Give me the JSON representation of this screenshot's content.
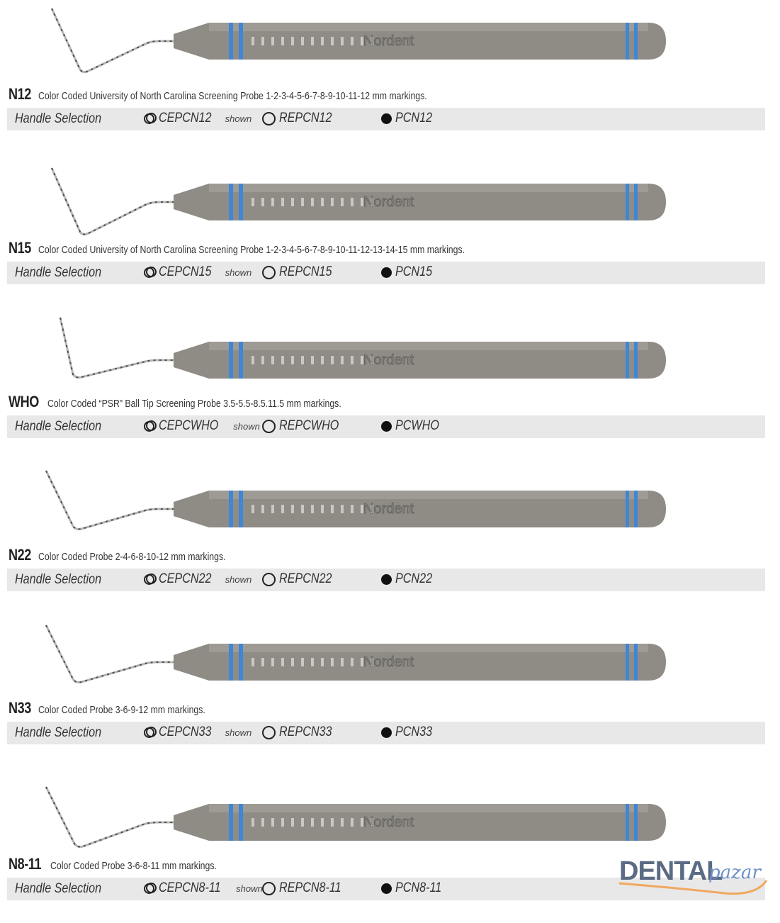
{
  "brand_engraving": "Nordent",
  "colors": {
    "handle": "#8f8c86",
    "band_blue": "#3f86d6",
    "selection_bar": "#e8e8e8",
    "logo_dental": "#5b6b84",
    "logo_pazar": "#6f8fc7",
    "logo_swoosh": "#f0a860"
  },
  "selection_label": "Handle Selection",
  "shown_label": "shown",
  "products": [
    {
      "code": "N12",
      "description": "Color Coded University of North Carolina Screening Probe 1-2-3-4-5-6-7-8-9-10-11-12 mm markings.",
      "options": [
        {
          "icon": "double-ring-icon",
          "sku": "CEPCN12",
          "shown": true
        },
        {
          "icon": "ring-icon",
          "sku": "REPCN12"
        },
        {
          "icon": "solid-dot-icon",
          "sku": "PCN12"
        }
      ]
    },
    {
      "code": "N15",
      "description": "Color Coded University of North Carolina Screening Probe 1-2-3-4-5-6-7-8-9-10-11-12-13-14-15 mm markings.",
      "options": [
        {
          "icon": "double-ring-icon",
          "sku": "CEPCN15",
          "shown": true
        },
        {
          "icon": "ring-icon",
          "sku": "REPCN15"
        },
        {
          "icon": "solid-dot-icon",
          "sku": "PCN15"
        }
      ]
    },
    {
      "code": "WHO",
      "description": "Color Coded “PSR” Ball Tip Screening Probe 3.5-5.5-8.5.11.5 mm markings.",
      "options": [
        {
          "icon": "double-ring-icon",
          "sku": "CEPCWHO",
          "shown": true
        },
        {
          "icon": "ring-icon",
          "sku": "REPCWHO"
        },
        {
          "icon": "solid-dot-icon",
          "sku": "PCWHO"
        }
      ]
    },
    {
      "code": "N22",
      "description": "Color Coded Probe 2-4-6-8-10-12 mm markings.",
      "options": [
        {
          "icon": "double-ring-icon",
          "sku": "CEPCN22",
          "shown": true
        },
        {
          "icon": "ring-icon",
          "sku": "REPCN22"
        },
        {
          "icon": "solid-dot-icon",
          "sku": "PCN22"
        }
      ]
    },
    {
      "code": "N33",
      "description": "Color Coded Probe 3-6-9-12 mm markings.",
      "options": [
        {
          "icon": "double-ring-icon",
          "sku": "CEPCN33",
          "shown": true
        },
        {
          "icon": "ring-icon",
          "sku": "REPCN33"
        },
        {
          "icon": "solid-dot-icon",
          "sku": "PCN33"
        }
      ]
    },
    {
      "code": "N8-11",
      "description": "Color Coded Probe 3-6-8-11 mm markings.",
      "options": [
        {
          "icon": "double-ring-icon",
          "sku": "CEPCN8-11",
          "shown": true
        },
        {
          "icon": "ring-icon",
          "sku": "REPCN8-11"
        },
        {
          "icon": "solid-dot-icon",
          "sku": "PCN8-11"
        }
      ]
    }
  ],
  "logo": {
    "dental": "DENTAL",
    "pazar": "pazar"
  }
}
